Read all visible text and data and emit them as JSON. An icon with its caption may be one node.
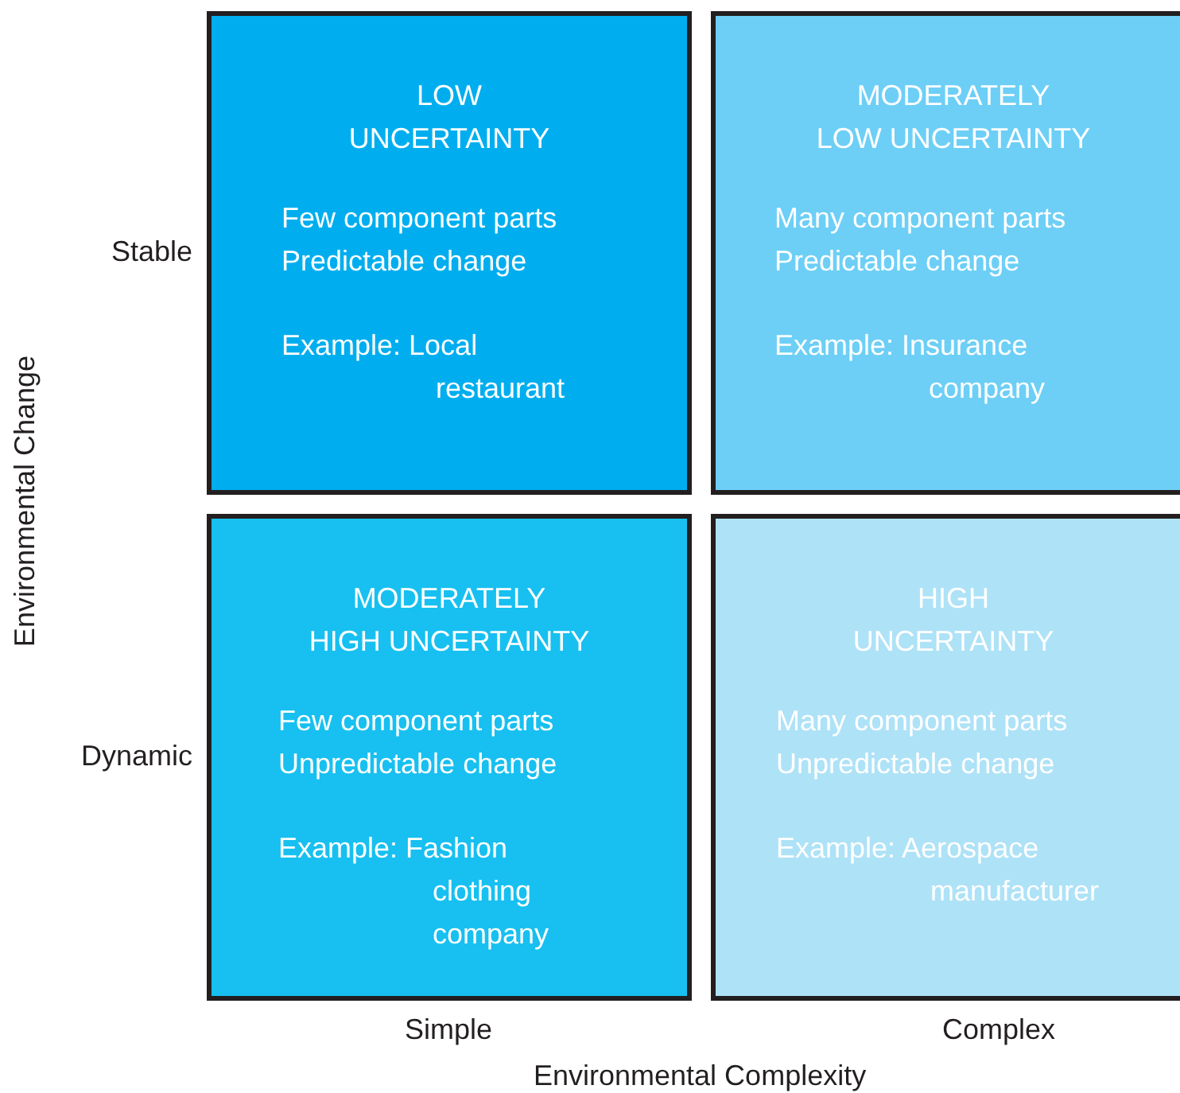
{
  "diagram": {
    "nodes": [
      {
        "text": [
          "LOW UNCERTAINTY",
          "Few component parts",
          "Predictable change",
          "Example: Local restaurant"
        ]
      },
      {
        "text": [
          "MODERATELY LOW UNCERTAINTY",
          "Many component parts",
          "Predictable change",
          "Example: Insurance company"
        ]
      },
      {
        "text": [
          "MODERATELY HIGH UNCERTAINTY",
          "Few component parts",
          "Unpredictable change",
          "Example: Fashion clothing company"
        ]
      },
      {
        "text": [
          "HIGH UNCERTAINTY",
          "Many component parts",
          "Unpredictable change",
          "Example: Aerospace manufacturer"
        ]
      }
    ],
    "labels": [
      "Environmental Change",
      "Stable",
      "Dynamic",
      "Simple",
      "Complex",
      "Environmental Complexity"
    ]
  }
}
